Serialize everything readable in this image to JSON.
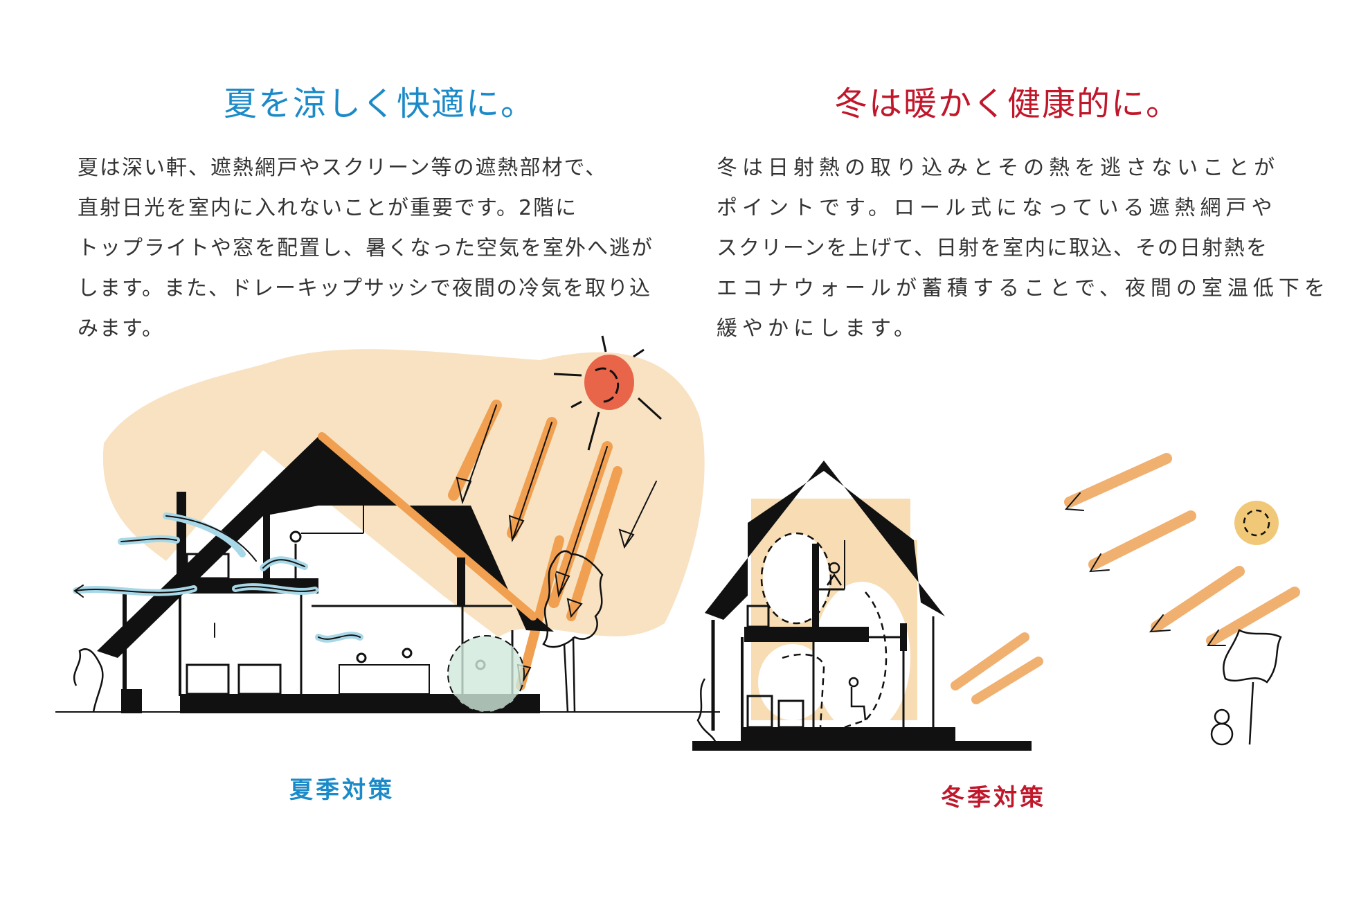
{
  "summer": {
    "headline": "夏を涼しく快適に。",
    "body_lines": [
      "夏は深い軒、遮熱網戸やスクリーン等の遮熱部材で、",
      "直射日光を室内に入れないことが重要です。2階に",
      "トップライトや窓を配置し、暑くなった空気を室外へ逃が",
      "します。また、ドレーキップサッシで夜間の冷気を取り込",
      "みます。"
    ],
    "caption": "夏季対策",
    "illustration": {
      "label": "summer-house-section-sketch",
      "icons": [
        "sun-icon",
        "sunlight-arrow-icon",
        "airflow-arrow-icon",
        "tree-icon",
        "person-icon"
      ]
    },
    "accent_color": "#1b8ac9"
  },
  "winter": {
    "headline": "冬は暖かく健康的に。",
    "body_lines": [
      "冬は日射熱の取り込みとその熱を逃さないことが",
      "ポイントです。ロール式になっている遮熱網戸や",
      "スクリーンを上げて、日射を室内に取込、その日射熱を",
      "エコナウォールが蓄積することで、夜間の室温低下を",
      "緩やかにします。"
    ],
    "caption": "冬季対策",
    "illustration": {
      "label": "winter-house-section-sketch",
      "icons": [
        "winter-sun-icon",
        "sunlight-arrow-icon",
        "warm-air-circulation-icon",
        "tree-icon",
        "snowman-icon",
        "person-in-rocking-chair-icon"
      ]
    },
    "accent_color": "#c0172b"
  },
  "colors": {
    "summer_sky": "#f8e2c2",
    "sun_red": "#e8654a",
    "ray_orange": "#f0a050",
    "airflow_blue": "#a8d8e8",
    "shade_green": "#cfe8dc",
    "winter_sun": "#f0c878",
    "warm_fill": "#f8dcb4",
    "ink": "#111111",
    "text": "#333333"
  }
}
